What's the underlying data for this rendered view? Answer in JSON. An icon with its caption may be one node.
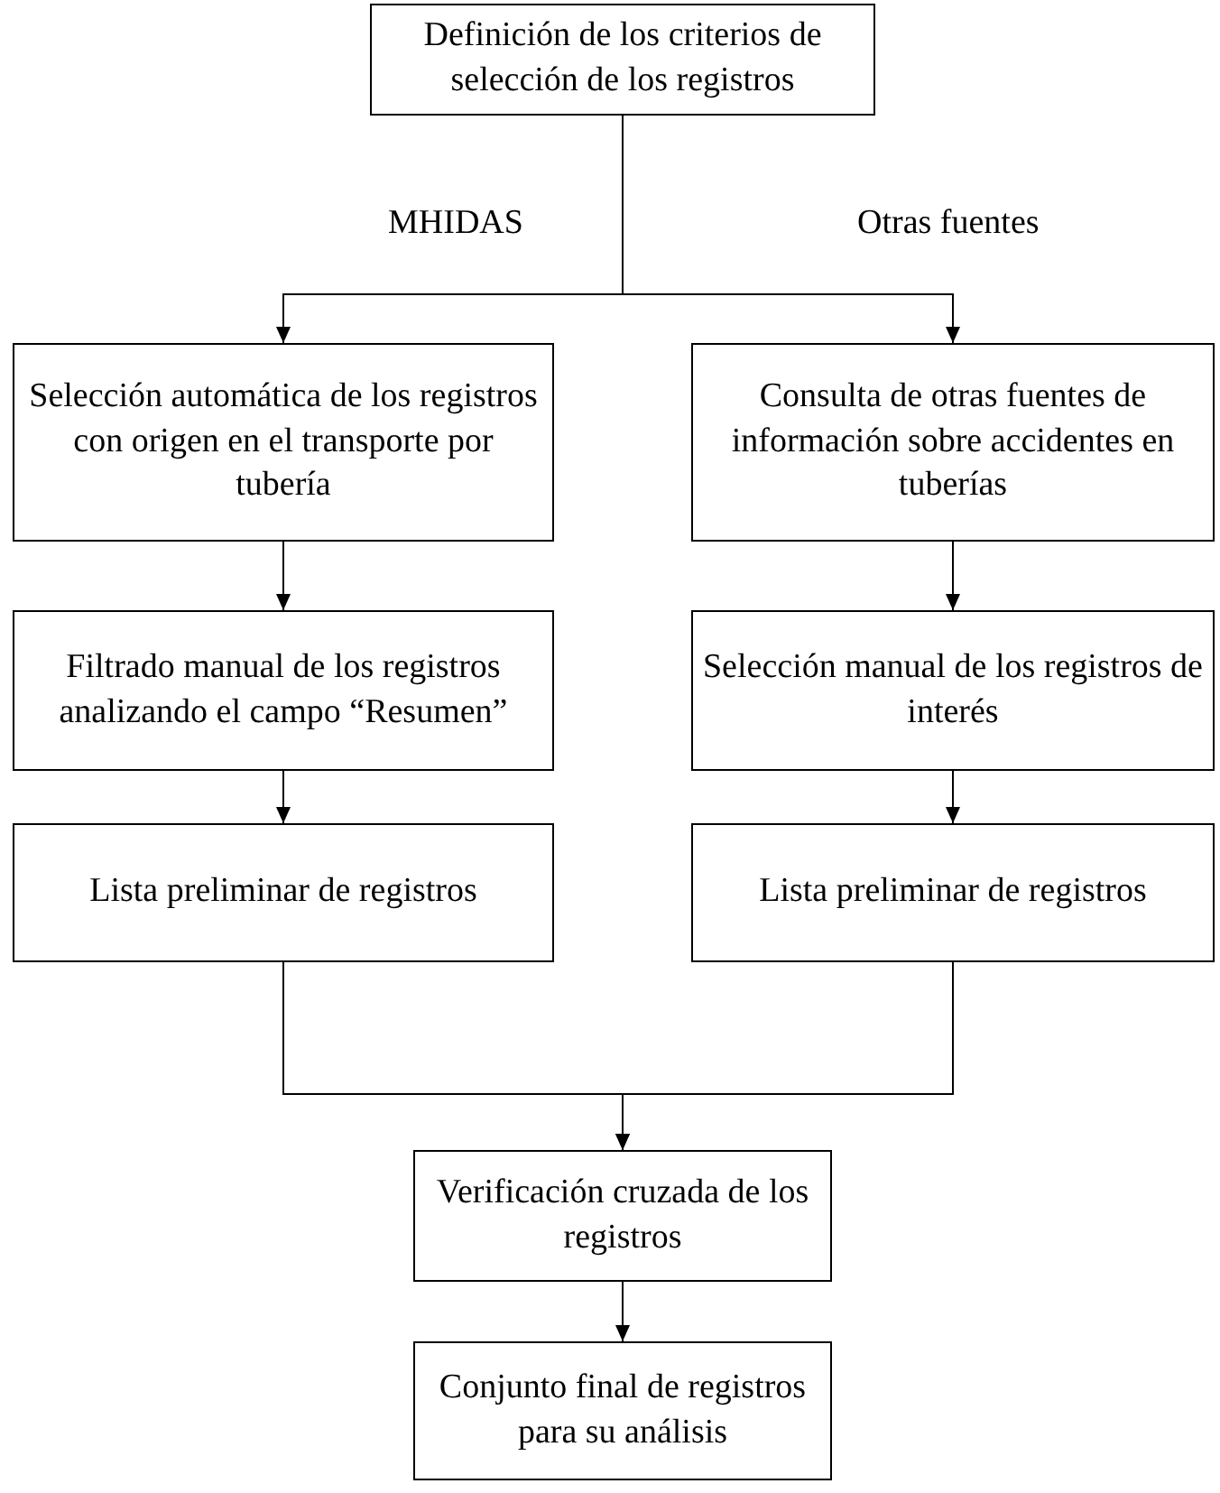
{
  "diagram": {
    "nodes": [
      {
        "text": [
          "Definición de los criterios de selección de los registros"
        ]
      },
      {
        "text": [
          "Selección automática de los registros con origen en el transporte por tubería"
        ]
      },
      {
        "text": [
          "Filtrado manual de los registros analizando el campo “Resumen”"
        ]
      },
      {
        "text": [
          "Lista preliminar de registros"
        ]
      },
      {
        "text": [
          "Consulta de otras fuentes de información sobre accidentes en tuberías"
        ]
      },
      {
        "text": [
          "Selección manual de los registros de interés"
        ]
      },
      {
        "text": [
          "Lista preliminar de registros"
        ]
      },
      {
        "text": [
          "Verificación cruzada de los registros"
        ]
      },
      {
        "text": [
          "Conjunto final de registros para su análisis"
        ]
      }
    ],
    "edges": [
      {
        "from": 0,
        "to": 1,
        "arrow": "to"
      },
      {
        "from": 0,
        "to": 4,
        "arrow": "to"
      },
      {
        "from": 1,
        "to": 2,
        "arrow": "to"
      },
      {
        "from": 2,
        "to": 3,
        "arrow": "to"
      },
      {
        "from": 4,
        "to": 5,
        "arrow": "to"
      },
      {
        "from": 5,
        "to": 6,
        "arrow": "to"
      },
      {
        "from": 3,
        "to": 7,
        "arrow": "to"
      },
      {
        "from": 6,
        "to": 7,
        "arrow": "to"
      },
      {
        "from": 7,
        "to": 8,
        "arrow": "to"
      }
    ],
    "labels": [
      "MHIDAS",
      "Otras fuentes"
    ]
  }
}
